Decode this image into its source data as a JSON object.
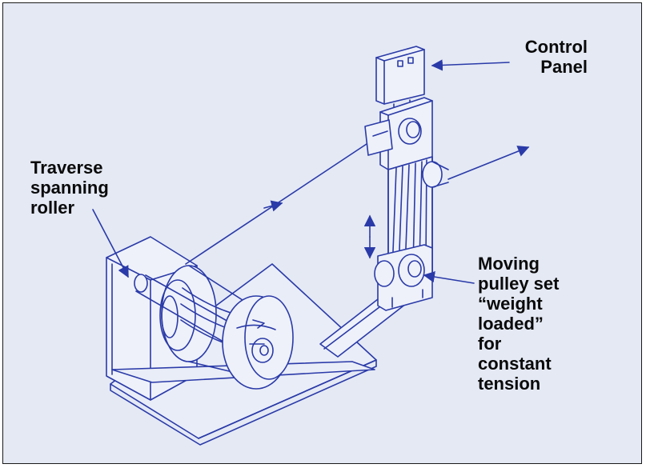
{
  "labels": {
    "control_panel": "Control\nPanel",
    "traverse_roller": "Traverse\nspanning\nroller",
    "moving_pulley": "Moving\npulley set\n“weight\nloaded”\nfor\nconstant\ntension"
  },
  "colors": {
    "background": "#e4e9f4",
    "line_art": "#2a3aa8",
    "label_text": "#0a0a0a",
    "border": "#1a1a1a"
  }
}
